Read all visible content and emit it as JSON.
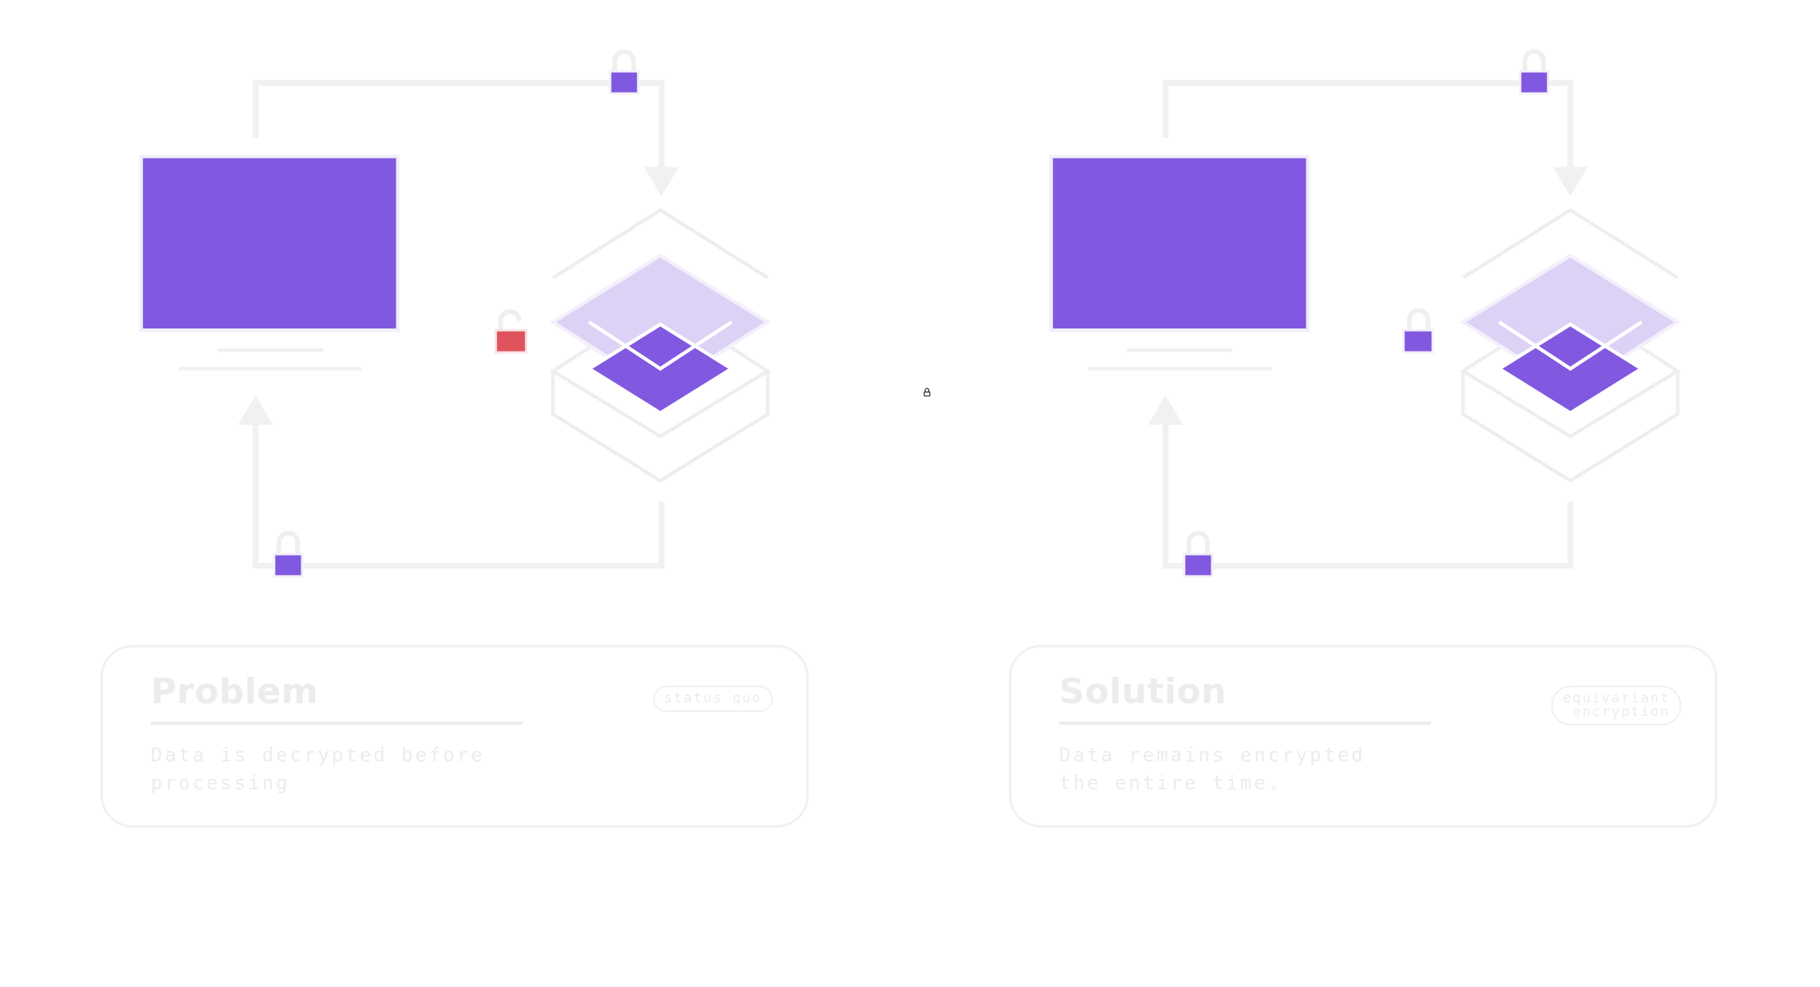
{
  "colors": {
    "accent": "#8158e0",
    "accent_light": "#ddd2f6",
    "alert": "#e0535c",
    "connector": "#f1f1f1",
    "outline": "#eeeef1",
    "card_text": "#ececee"
  },
  "icons": {
    "lock_closed": "lock-closed-icon",
    "lock_open": "lock-open-icon",
    "center_lock": "lock-icon"
  },
  "panels": [
    {
      "id": "problem",
      "card": {
        "title": "Problem",
        "description": "Data is decrypted before processing",
        "tag": "status quo"
      },
      "side_lock": {
        "state": "unlocked",
        "color": "alert"
      }
    },
    {
      "id": "solution",
      "card": {
        "title": "Solution",
        "description": "Data remains encrypted the entire time.",
        "tag": "equivariant\nencryption"
      },
      "side_lock": {
        "state": "locked",
        "color": "accent"
      }
    }
  ]
}
